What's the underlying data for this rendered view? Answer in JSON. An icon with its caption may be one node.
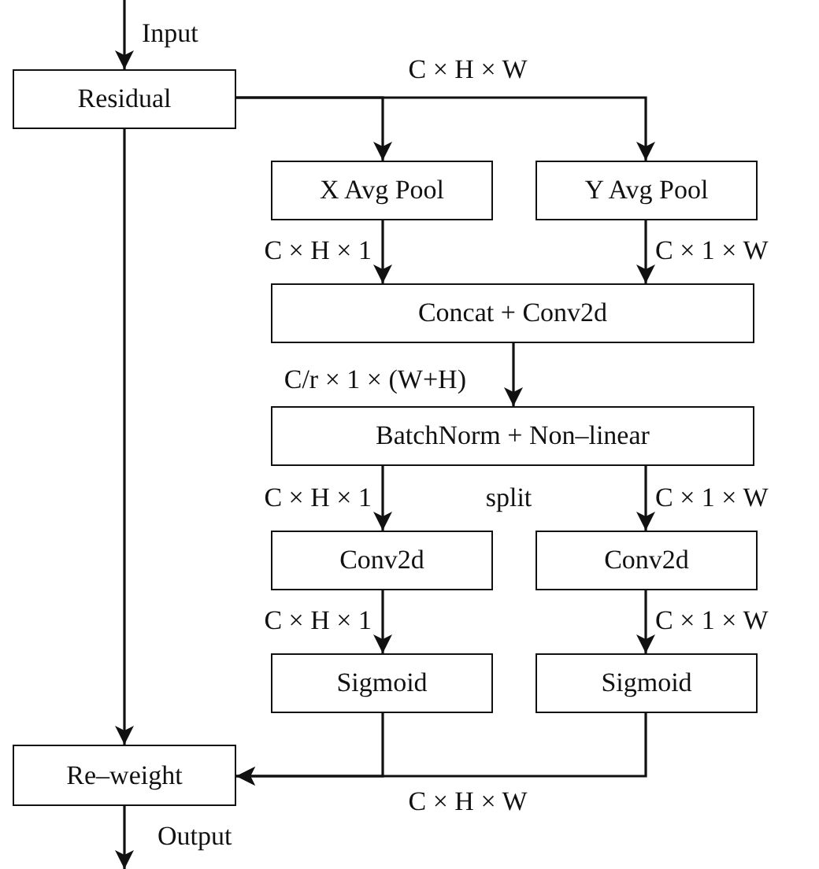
{
  "diagram": {
    "nodes": [
      {
        "text": [
          "Residual"
        ]
      },
      {
        "text": [
          "X Avg Pool"
        ]
      },
      {
        "text": [
          "Y Avg Pool"
        ]
      },
      {
        "text": [
          "Concat + Conv2d"
        ]
      },
      {
        "text": [
          "BatchNorm + Non–linear"
        ]
      },
      {
        "text": [
          "Conv2d"
        ]
      },
      {
        "text": [
          "Conv2d"
        ]
      },
      {
        "text": [
          "Sigmoid"
        ]
      },
      {
        "text": [
          "Sigmoid"
        ]
      },
      {
        "text": [
          "Re–weight"
        ]
      }
    ],
    "edges": [
      {
        "from": null,
        "to": 0,
        "arrow": "to",
        "label": "Input"
      },
      {
        "from": 0,
        "to": 1,
        "arrow": "to"
      },
      {
        "from": 0,
        "to": 2,
        "arrow": "to"
      },
      {
        "from": 1,
        "to": 3,
        "arrow": "to",
        "label": "C × H × 1"
      },
      {
        "from": 2,
        "to": 3,
        "arrow": "to",
        "label": "C × 1 × W"
      },
      {
        "from": 3,
        "to": 4,
        "arrow": "to",
        "label": "C/r × 1 × (W+H)"
      },
      {
        "from": 4,
        "to": 5,
        "arrow": "to",
        "label": "C × H × 1"
      },
      {
        "from": 4,
        "to": 6,
        "arrow": "to",
        "label": "C × 1 × W"
      },
      {
        "from": 5,
        "to": 7,
        "arrow": "to",
        "label": "C × H × 1"
      },
      {
        "from": 6,
        "to": 8,
        "arrow": "to",
        "label": "C × 1 × W"
      },
      {
        "from": 0,
        "to": 9,
        "arrow": "to"
      },
      {
        "from": 7,
        "to": 9,
        "arrow": "to"
      },
      {
        "from": 8,
        "to": 9,
        "arrow": "to"
      },
      {
        "from": 9,
        "to": null,
        "arrow": "to",
        "label": "Output"
      }
    ],
    "labels": [
      "C × H × W",
      "split",
      "C × H × W"
    ]
  }
}
